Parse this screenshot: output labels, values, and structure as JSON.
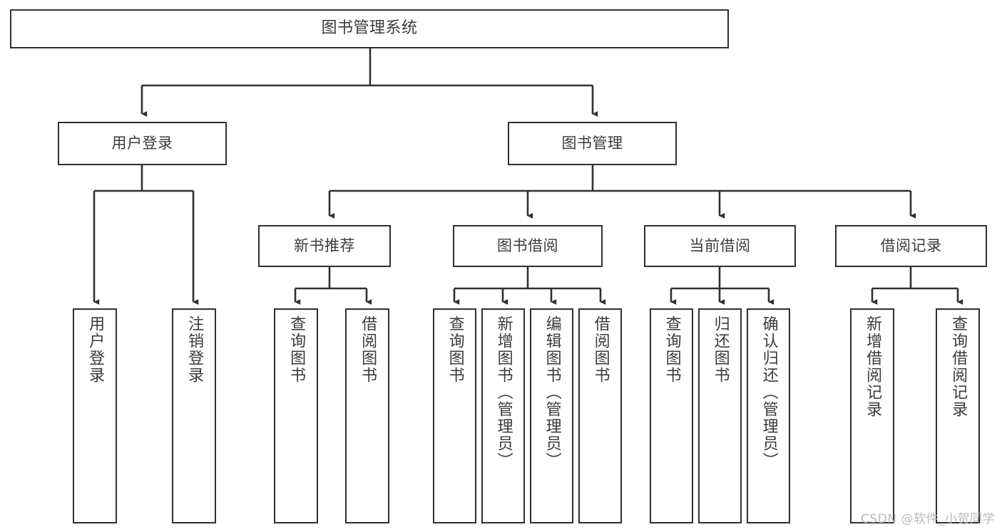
{
  "diagram": {
    "title": "图书管理系统",
    "type": "hierarchy-tree",
    "watermark": "CSDN @软件_小贺同学",
    "colors": {
      "stroke": "#2f3032",
      "text": "#3b3b3d",
      "background": "#ffffff",
      "watermark": "#b9bbbd"
    },
    "nodes": {
      "root": {
        "label": "图书管理系统"
      },
      "level2": [
        {
          "label": "用户登录"
        },
        {
          "label": "图书管理"
        }
      ],
      "level3": [
        {
          "label": "新书推荐"
        },
        {
          "label": "图书借阅"
        },
        {
          "label": "当前借阅"
        },
        {
          "label": "借阅记录"
        }
      ],
      "leaves": [
        {
          "label": "用户登录",
          "parent": "用户登录"
        },
        {
          "label": "注销登录",
          "parent": "用户登录"
        },
        {
          "label": "查询图书",
          "parent": "新书推荐"
        },
        {
          "label": "借阅图书",
          "parent": "新书推荐"
        },
        {
          "label": "查询图书",
          "parent": "图书借阅"
        },
        {
          "label": "新增图书（管理员）",
          "parent": "图书借阅"
        },
        {
          "label": "编辑图书（管理员）",
          "parent": "图书借阅"
        },
        {
          "label": "借阅图书",
          "parent": "图书借阅"
        },
        {
          "label": "查询图书",
          "parent": "当前借阅"
        },
        {
          "label": "归还图书",
          "parent": "当前借阅"
        },
        {
          "label": "确认归还（管理员）",
          "parent": "当前借阅"
        },
        {
          "label": "新增借阅记录",
          "parent": "借阅记录"
        },
        {
          "label": "查询借阅记录",
          "parent": "借阅记录"
        }
      ]
    }
  }
}
